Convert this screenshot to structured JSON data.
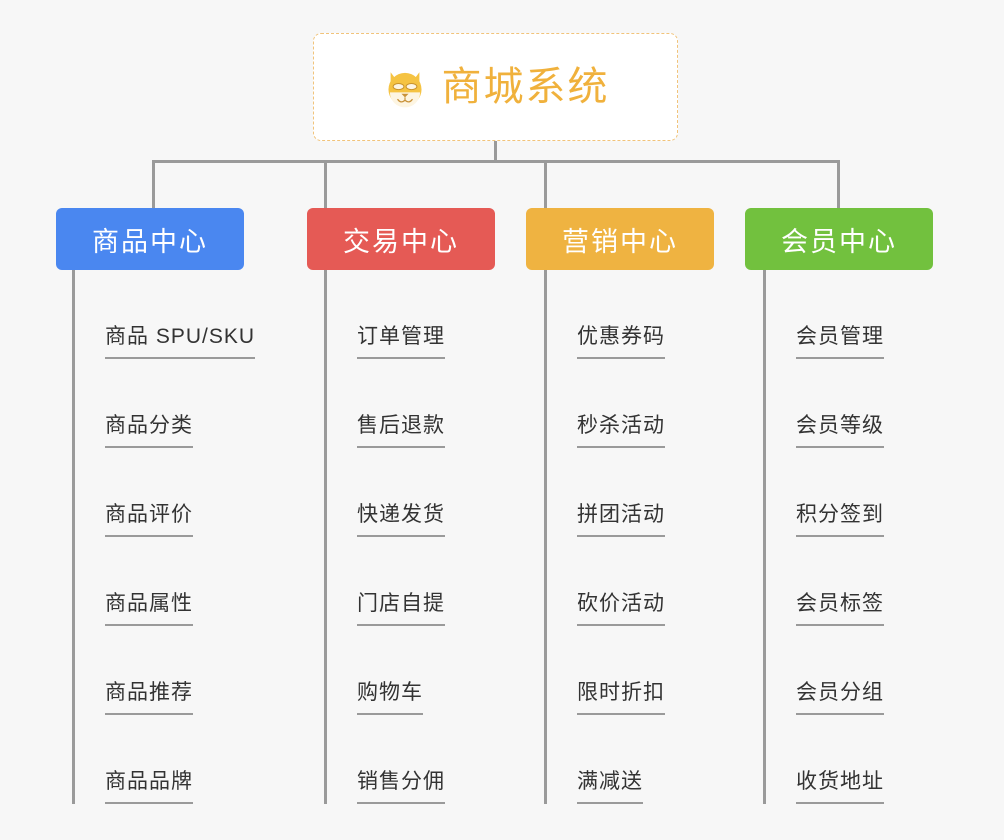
{
  "root": {
    "title": "商城系统",
    "icon": "dog-face-icon",
    "text_color": "#f0b13c",
    "border_color": "#f1c37a",
    "background": "#ffffff"
  },
  "canvas": {
    "background": "#f7f7f7",
    "line_color": "#9a9a9a",
    "leaf_text_color": "#333333"
  },
  "categories": [
    {
      "label": "商品中心",
      "color": "#4a87f0",
      "items": [
        "商品 SPU/SKU",
        "商品分类",
        "商品评价",
        "商品属性",
        "商品推荐",
        "商品品牌"
      ]
    },
    {
      "label": "交易中心",
      "color": "#e55a55",
      "items": [
        "订单管理",
        "售后退款",
        "快递发货",
        "门店自提",
        "购物车",
        "销售分佣"
      ]
    },
    {
      "label": "营销中心",
      "color": "#efb341",
      "items": [
        "优惠券码",
        "秒杀活动",
        "拼团活动",
        "砍价活动",
        "限时折扣",
        "满减送"
      ]
    },
    {
      "label": "会员中心",
      "color": "#72c13e",
      "items": [
        "会员管理",
        "会员等级",
        "积分签到",
        "会员标签",
        "会员分组",
        "收货地址"
      ]
    }
  ]
}
